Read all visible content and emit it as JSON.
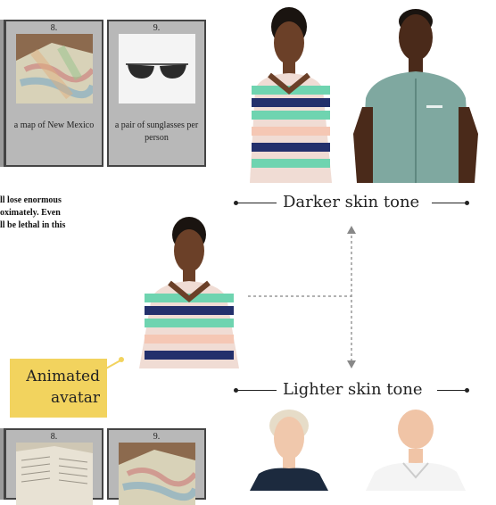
{
  "cards_top": [
    {
      "number": "8.",
      "caption": "a map of New Mexico",
      "image": "map-of-new-mexico"
    },
    {
      "number": "9.",
      "caption": "a pair of sunglasses per person",
      "image": "sunglasses"
    }
  ],
  "cards_bottom": [
    {
      "number": "8.",
      "image": "open-book"
    },
    {
      "number": "9.",
      "image": "map"
    }
  ],
  "text_fragment": [
    "ll lose enormous",
    "oximately. Even",
    "ll be lethal in this"
  ],
  "labels": {
    "darker": "Darker skin tone",
    "lighter": "Lighter skin tone"
  },
  "callout": {
    "line1": "Animated",
    "line2": "avatar"
  },
  "colors": {
    "callout_bg": "#f2d35e",
    "card_bg": "#b8b8b8"
  },
  "avatars": [
    {
      "name": "dark-female-avatar",
      "tone": "darker"
    },
    {
      "name": "dark-male-avatar",
      "tone": "darker"
    },
    {
      "name": "animated-avatar",
      "tone": "center"
    },
    {
      "name": "light-female-avatar",
      "tone": "lighter"
    },
    {
      "name": "light-male-avatar",
      "tone": "lighter"
    }
  ]
}
